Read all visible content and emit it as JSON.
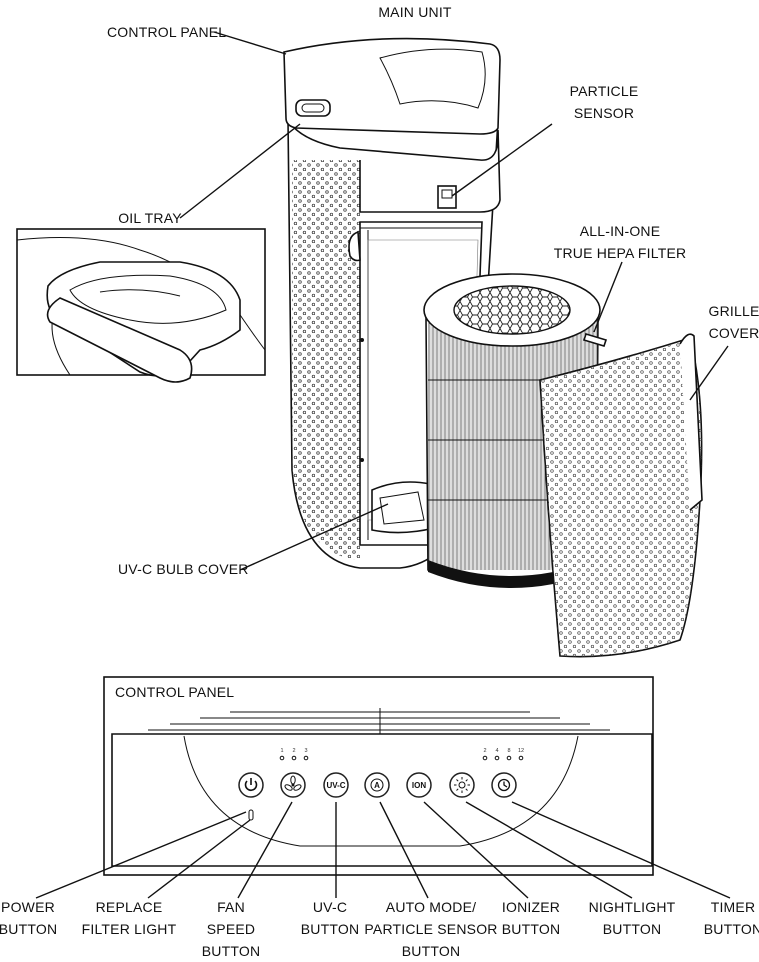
{
  "top_labels": {
    "main_unit": "MAIN UNIT",
    "control_panel": "CONTROL PANEL",
    "particle_sensor": [
      "PARTICLE",
      "SENSOR"
    ],
    "oil_tray": "OIL TRAY",
    "hepa_filter": [
      "ALL-IN-ONE",
      "TRUE HEPA FILTER"
    ],
    "grille_cover": [
      "GRILLE",
      "COVER"
    ],
    "uvc_bulb_cover": "UV-C BULB COVER"
  },
  "panel": {
    "title": "CONTROL PANEL",
    "fan_levels": [
      "1",
      "2",
      "3"
    ],
    "timer_levels": [
      "2",
      "4",
      "8",
      "12"
    ],
    "button_text": {
      "uvc": "UV-C",
      "auto": "A",
      "ion": "ION"
    },
    "icons": [
      "power-icon",
      "fan-icon",
      "nightlight-icon",
      "clock-icon"
    ]
  },
  "bottom_labels": {
    "power": [
      "POWER",
      "BUTTON"
    ],
    "replace_filter": [
      "REPLACE",
      "FILTER LIGHT"
    ],
    "fan_speed": [
      "FAN",
      "SPEED",
      "BUTTON"
    ],
    "uvc": [
      "UV-C",
      "BUTTON"
    ],
    "auto_mode": [
      "AUTO MODE/",
      "PARTICLE SENSOR",
      "BUTTON"
    ],
    "ionizer": [
      "IONIZER",
      "BUTTON"
    ],
    "nightlight": [
      "NIGHTLIGHT",
      "BUTTON"
    ],
    "timer": [
      "TIMER",
      "BUTTON"
    ]
  }
}
